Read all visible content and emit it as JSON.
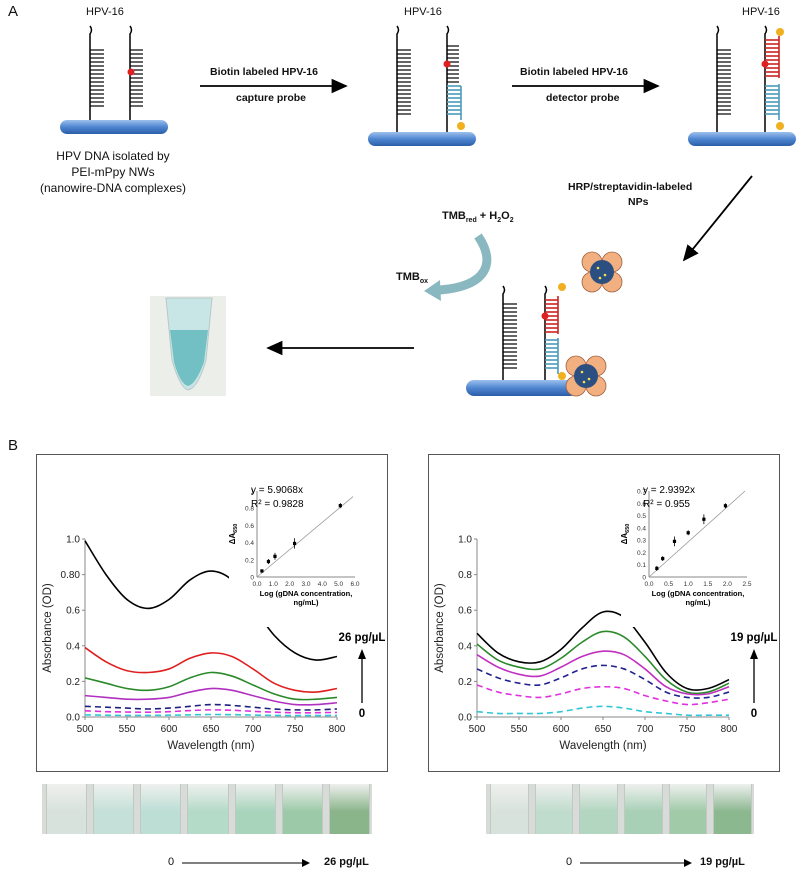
{
  "panelA": {
    "letter": "A",
    "step1": {
      "label": "HPV-16",
      "caption": [
        "HPV DNA isolated by",
        "PEI-mPpy NWs",
        "(nanowire-DNA complexes)"
      ]
    },
    "arrow1": {
      "line1": "Biotin labeled HPV-16",
      "line2": "capture probe"
    },
    "step2": {
      "label": "HPV-16"
    },
    "arrow2": {
      "line1": "Biotin labeled HPV-16",
      "line2": "detector probe"
    },
    "step3": {
      "label": "HPV-16"
    },
    "arrow3": {
      "line1": "HRP/streptavidin-labeled",
      "line2": "NPs"
    },
    "reaction": {
      "tmb_red": "TMB",
      "tmb_red_sub": "red",
      "plus": " + H",
      "h2o2_sub": "2",
      "o2": "O",
      "o2_sub": "2",
      "tmb_ox": "TMB",
      "tmb_ox_sub": "ox"
    }
  },
  "panelB": {
    "letter": "B",
    "charts": [
      {
        "inset": {
          "equation": "y = 5.9068x",
          "r2": "R² = 0.9828",
          "ylabel": "ΔA",
          "ylabel_sub": "650",
          "xlabel1": "Log (gDNA concentration,",
          "xlabel2": "ng/mL)"
        },
        "arrow_top": "26 pg/µL",
        "arrow_bottom": "0",
        "strip_start": "0",
        "strip_end": "26 pg/µL"
      },
      {
        "inset": {
          "equation": "y = 2.9392x",
          "r2": "R² = 0.955",
          "ylabel": "ΔA",
          "ylabel_sub": "650",
          "xlabel1": "Log (gDNA concentration,",
          "xlabel2": "ng/mL)"
        },
        "arrow_top": "19 pg/µL",
        "arrow_bottom": "0",
        "strip_start": "0",
        "strip_end": "19 pg/µL"
      }
    ]
  },
  "chart_data": [
    {
      "type": "line",
      "xlabel": "Wavelength (nm)",
      "ylabel": "Absorbance (OD)",
      "xlim": [
        500,
        800
      ],
      "ylim": [
        0,
        1.0
      ],
      "xticks": [
        "500",
        "550",
        "600",
        "650",
        "700",
        "750",
        "800"
      ],
      "yticks": [
        "0.0",
        "0.2",
        "0.4",
        "0.6",
        "0.80",
        "1.0"
      ],
      "x": [
        500,
        525,
        550,
        575,
        600,
        625,
        650,
        675,
        700,
        725,
        750,
        775,
        800
      ],
      "series": [
        {
          "color": "#000000",
          "dash": "",
          "values": [
            0.99,
            0.8,
            0.66,
            0.61,
            0.66,
            0.77,
            0.82,
            0.77,
            0.62,
            0.46,
            0.36,
            0.32,
            0.34
          ]
        },
        {
          "color": "#e02020",
          "dash": "",
          "values": [
            0.39,
            0.31,
            0.26,
            0.25,
            0.27,
            0.33,
            0.36,
            0.34,
            0.27,
            0.19,
            0.15,
            0.14,
            0.16
          ]
        },
        {
          "color": "#2a8a2a",
          "dash": "",
          "values": [
            0.22,
            0.19,
            0.16,
            0.15,
            0.17,
            0.22,
            0.25,
            0.23,
            0.18,
            0.13,
            0.1,
            0.1,
            0.11
          ]
        },
        {
          "color": "#b030c0",
          "dash": "",
          "values": [
            0.12,
            0.11,
            0.1,
            0.1,
            0.11,
            0.14,
            0.16,
            0.15,
            0.12,
            0.09,
            0.07,
            0.07,
            0.08
          ]
        },
        {
          "color": "#202080",
          "dash": "6,4",
          "values": [
            0.06,
            0.055,
            0.05,
            0.045,
            0.05,
            0.06,
            0.07,
            0.065,
            0.055,
            0.045,
            0.04,
            0.04,
            0.045
          ]
        },
        {
          "color": "#e030e0",
          "dash": "6,4",
          "values": [
            0.035,
            0.03,
            0.028,
            0.027,
            0.03,
            0.036,
            0.04,
            0.038,
            0.032,
            0.027,
            0.024,
            0.024,
            0.026
          ]
        },
        {
          "color": "#30c8d8",
          "dash": "6,4",
          "values": [
            0.012,
            0.01,
            0.009,
            0.009,
            0.01,
            0.012,
            0.014,
            0.013,
            0.011,
            0.009,
            0.008,
            0.008,
            0.009
          ]
        }
      ],
      "inset": {
        "type": "scatter",
        "xlim": [
          0,
          6
        ],
        "ylim": [
          0,
          1
        ],
        "xticks": [
          "0.0",
          "1.0",
          "2.0",
          "3.0",
          "4.0",
          "5.0",
          "6.0"
        ],
        "yticks": [
          "0",
          "0.2",
          "0.4",
          "0.6",
          "0.8",
          "1"
        ],
        "x": [
          0.3,
          0.7,
          1.1,
          2.3,
          5.1
        ],
        "y": [
          0.07,
          0.18,
          0.24,
          0.39,
          0.83
        ],
        "err": [
          0.02,
          0.03,
          0.04,
          0.06,
          0.03
        ],
        "trend_slope": 0.159
      }
    },
    {
      "type": "line",
      "xlabel": "Wavelength (nm)",
      "ylabel": "Absorbance (OD)",
      "xlim": [
        500,
        800
      ],
      "ylim": [
        0,
        1.0
      ],
      "xticks": [
        "500",
        "550",
        "600",
        "650",
        "700",
        "750",
        "800"
      ],
      "yticks": [
        "0.0",
        "0.2",
        "0.4",
        "0.6",
        "0.8",
        "1.0"
      ],
      "x": [
        500,
        525,
        550,
        575,
        600,
        625,
        650,
        675,
        700,
        725,
        750,
        775,
        800
      ],
      "series": [
        {
          "color": "#000000",
          "dash": "",
          "values": [
            0.47,
            0.36,
            0.31,
            0.31,
            0.38,
            0.5,
            0.59,
            0.56,
            0.42,
            0.25,
            0.16,
            0.16,
            0.21
          ]
        },
        {
          "color": "#2a8a2a",
          "dash": "",
          "values": [
            0.41,
            0.32,
            0.28,
            0.27,
            0.33,
            0.42,
            0.48,
            0.45,
            0.34,
            0.21,
            0.14,
            0.14,
            0.19
          ]
        },
        {
          "color": "#c030c0",
          "dash": "",
          "values": [
            0.35,
            0.28,
            0.24,
            0.23,
            0.28,
            0.34,
            0.37,
            0.35,
            0.27,
            0.17,
            0.13,
            0.13,
            0.17
          ]
        },
        {
          "color": "#202090",
          "dash": "6,4",
          "values": [
            0.27,
            0.22,
            0.19,
            0.18,
            0.22,
            0.27,
            0.29,
            0.27,
            0.21,
            0.14,
            0.11,
            0.11,
            0.14
          ]
        },
        {
          "color": "#e030e0",
          "dash": "6,4",
          "values": [
            0.18,
            0.14,
            0.12,
            0.11,
            0.13,
            0.16,
            0.17,
            0.16,
            0.12,
            0.09,
            0.07,
            0.08,
            0.1
          ]
        },
        {
          "color": "#30c8d8",
          "dash": "6,4",
          "values": [
            0.03,
            0.02,
            0.02,
            0.02,
            0.03,
            0.05,
            0.06,
            0.05,
            0.03,
            0.02,
            0.01,
            0.01,
            0.01
          ]
        }
      ],
      "inset": {
        "type": "scatter",
        "xlim": [
          0,
          2.5
        ],
        "ylim": [
          0,
          0.7
        ],
        "xticks": [
          "0.0",
          "0.5",
          "1.0",
          "1.5",
          "2.0",
          "2.5"
        ],
        "yticks": [
          "0",
          "0.1",
          "0.2",
          "0.3",
          "0.4",
          "0.5",
          "0.6",
          "0.7"
        ],
        "x": [
          0.2,
          0.35,
          0.65,
          1.0,
          1.4,
          1.95
        ],
        "y": [
          0.07,
          0.15,
          0.29,
          0.36,
          0.47,
          0.58
        ],
        "err": [
          0.02,
          0.02,
          0.04,
          0.02,
          0.04,
          0.02
        ],
        "trend_slope": 0.31
      }
    }
  ]
}
